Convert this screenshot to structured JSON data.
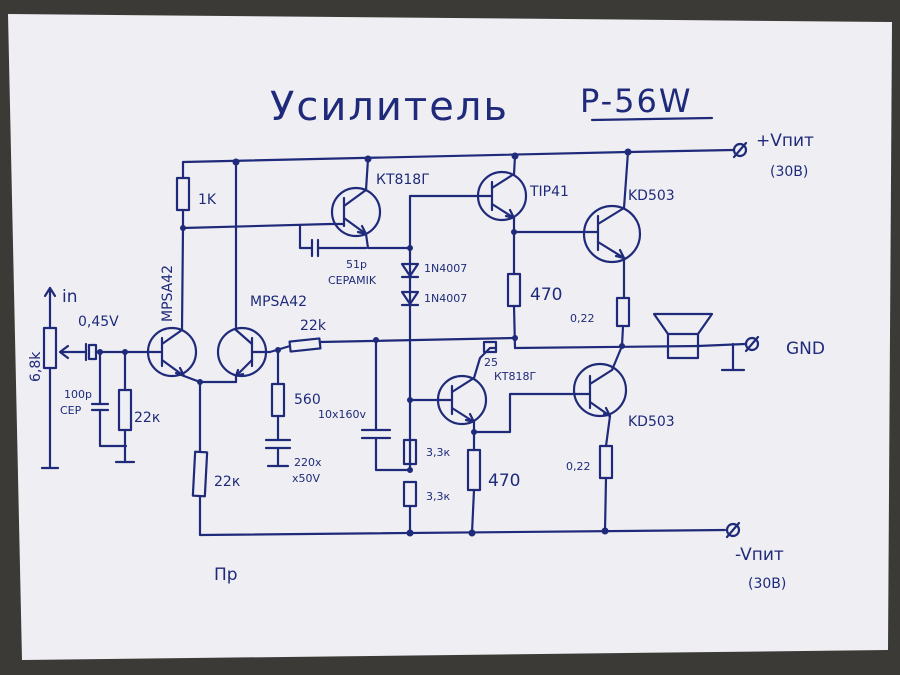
{
  "title": "Усилитель",
  "model": "P-56W",
  "supply": {
    "plus_label": "+Vпит",
    "plus_volt": "(30В)",
    "minus_label": "-Vпит",
    "minus_volt": "(30В)",
    "gnd": "GND"
  },
  "input": {
    "label": "in",
    "level": "0,45V",
    "pot": "6,8k"
  },
  "transistors": {
    "q1": "MPSA42",
    "q2": "MPSA42",
    "q3": "КТ818Г",
    "q4": "TIP41",
    "q5": "KD503",
    "q6": "КТ818Г",
    "q7": "KD503"
  },
  "diodes": {
    "d1": "1N4007",
    "d2": "1N4007"
  },
  "resistors": {
    "r1k": "1K",
    "r22k_in": "22к",
    "r22k_fb": "22k",
    "r560": "560",
    "r22k_tail": "22к",
    "r470_top": "470",
    "r470_bot": "470",
    "r022_top": "0,22",
    "r022_bot": "0,22",
    "r33_a": "3,3к",
    "r33_b": "3,3к",
    "r25": "25"
  },
  "capacitors": {
    "c100p": "100p",
    "c100p_type": "CEP",
    "c51p": "51p",
    "c51p_type": "CEPAMIK",
    "c10u": "10x160v",
    "c220u": "220x",
    "c220u_v": "x50V"
  },
  "note": "Пр"
}
